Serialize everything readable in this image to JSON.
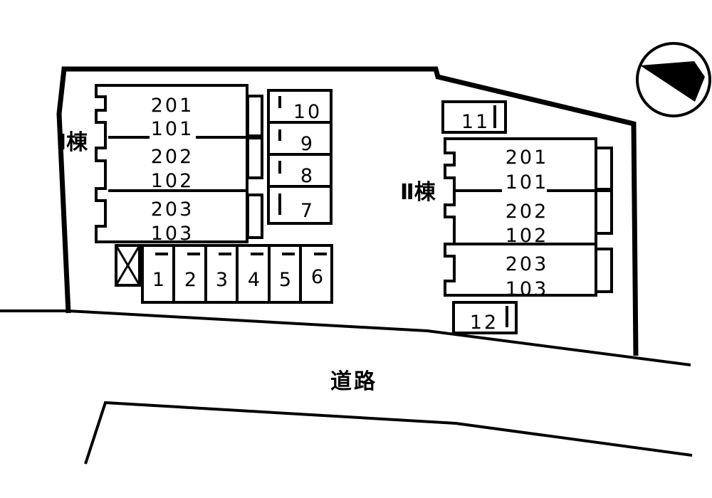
{
  "map": {
    "road_label": "道路",
    "north_arrow": "compass-north-arrow-icon",
    "building_1": {
      "label": "Ⅰ棟",
      "units": [
        "201",
        "101",
        "202",
        "102",
        "203",
        "103"
      ]
    },
    "building_2": {
      "label": "Ⅱ棟",
      "units": [
        "201",
        "101",
        "202",
        "102",
        "203",
        "103"
      ]
    },
    "parking": [
      "1",
      "2",
      "3",
      "4",
      "5",
      "6",
      "7",
      "8",
      "9",
      "10",
      "11",
      "12"
    ],
    "trash_icon": "garbage-station-icon"
  }
}
